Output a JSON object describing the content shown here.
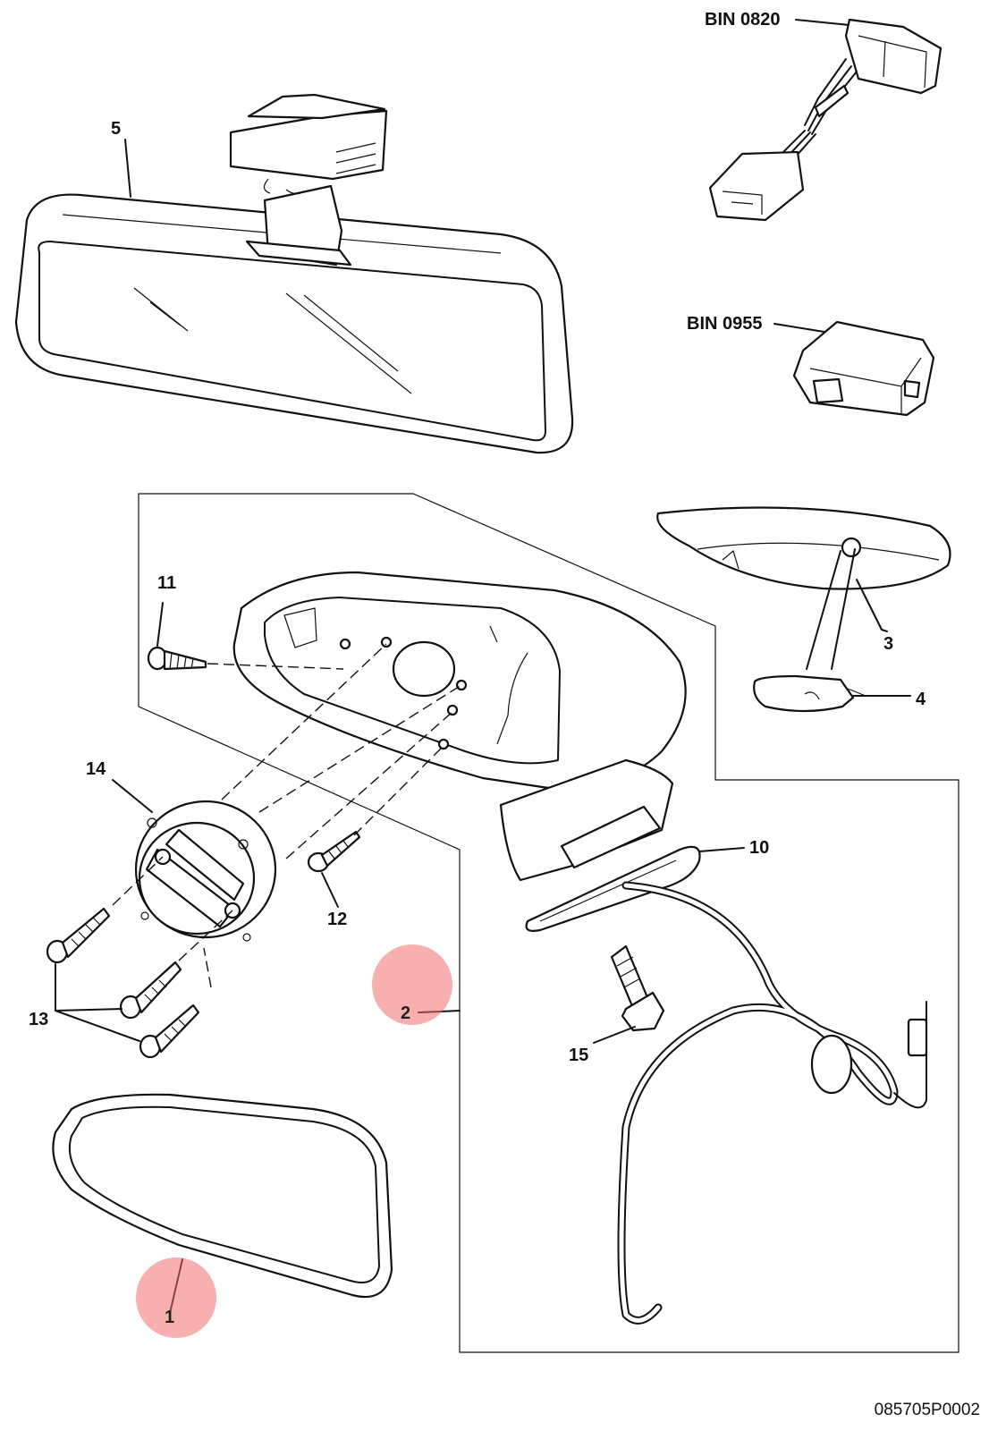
{
  "diagram": {
    "drawing_code": "085705P0002",
    "callouts": [
      {
        "id": "c1",
        "text": "1",
        "name": "callout-1-mirror-glass"
      },
      {
        "id": "c2",
        "text": "2",
        "name": "callout-2-mirror-assembly"
      },
      {
        "id": "c3",
        "text": "3",
        "name": "callout-3-lamp-housing"
      },
      {
        "id": "c4",
        "text": "4",
        "name": "callout-4-bulb"
      },
      {
        "id": "c5",
        "text": "5",
        "name": "callout-5-interior-mirror"
      },
      {
        "id": "c10",
        "text": "10",
        "name": "callout-10-gasket"
      },
      {
        "id": "c11",
        "text": "11",
        "name": "callout-11-screw"
      },
      {
        "id": "c12",
        "text": "12",
        "name": "callout-12-screw"
      },
      {
        "id": "c13",
        "text": "13",
        "name": "callout-13-screws"
      },
      {
        "id": "c14",
        "text": "14",
        "name": "callout-14-actuator"
      },
      {
        "id": "c15",
        "text": "15",
        "name": "callout-15-bolt"
      },
      {
        "id": "bin0820",
        "text": "BIN 0820",
        "name": "callout-bin-0820-harness"
      },
      {
        "id": "bin0955",
        "text": "BIN 0955",
        "name": "callout-bin-0955-module"
      }
    ],
    "hotspots": [
      {
        "id": "h1",
        "text": "1"
      },
      {
        "id": "h2",
        "text": "2"
      }
    ]
  }
}
